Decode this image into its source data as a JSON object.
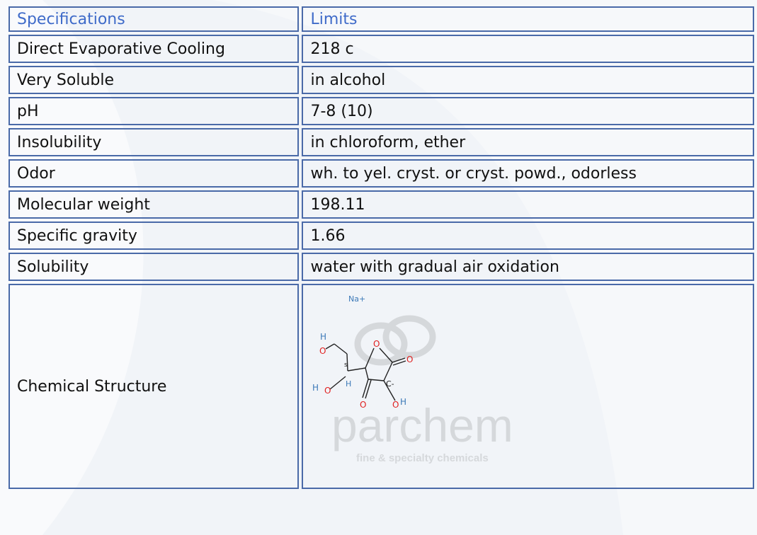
{
  "table": {
    "header": {
      "col1": "Specifications",
      "col2": "Limits"
    },
    "rows": [
      {
        "spec": "Direct Evaporative Cooling",
        "limit": "218 c"
      },
      {
        "spec": "Very Soluble",
        "limit": "in alcohol"
      },
      {
        "spec": "pH",
        "limit": "7-8 (10)"
      },
      {
        "spec": "Insolubility",
        "limit": "in chloroform, ether"
      },
      {
        "spec": "Odor",
        "limit": "wh. to yel. cryst. or cryst. powd., odorless"
      },
      {
        "spec": "Molecular weight",
        "limit": "198.11"
      },
      {
        "spec": "Specific gravity",
        "limit": "1.66"
      },
      {
        "spec": "Solubility",
        "limit": "water with gradual air oxidation"
      }
    ],
    "structure_row": {
      "spec": "Chemical Structure"
    }
  },
  "structure": {
    "atoms": {
      "na": "Na+",
      "h_top": "H",
      "o_top": "O",
      "stereo": "s",
      "h_left": "H",
      "o_left": "O",
      "h_mid": "H",
      "o_ring": "O",
      "o_right": "O",
      "c_minus": "C-",
      "o_bottom": "O",
      "o_h": "O",
      "h_oh": "H"
    },
    "watermark": {
      "brand": "parchem",
      "tagline": "fine & specialty chemicals"
    }
  },
  "colors": {
    "border": "#4a6aa8",
    "header_text": "#3f6bc9",
    "oxygen": "#e02020",
    "hydrogen": "#3d7ab8"
  }
}
